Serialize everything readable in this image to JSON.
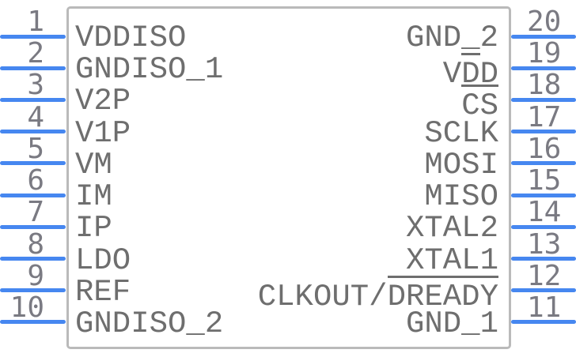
{
  "diagram": {
    "type": "ic-pinout",
    "pin_count": 20,
    "colors": {
      "pin_line": "#4687f0",
      "label_text": "#6e6e6e",
      "number_text": "#7a7a82",
      "body_border": "#bababa",
      "background": "#ffffff"
    },
    "left_pins": [
      {
        "number": "1",
        "label": "VDDISO",
        "parts": [
          {
            "text": "VDDISO"
          }
        ]
      },
      {
        "number": "2",
        "label": "GNDISO_1",
        "parts": [
          {
            "text": "GNDISO_1"
          }
        ]
      },
      {
        "number": "3",
        "label": "V2P",
        "parts": [
          {
            "text": "V2P"
          }
        ]
      },
      {
        "number": "4",
        "label": "V1P",
        "parts": [
          {
            "text": "V1P"
          }
        ]
      },
      {
        "number": "5",
        "label": "VM",
        "parts": [
          {
            "text": "VM"
          }
        ]
      },
      {
        "number": "6",
        "label": "IM",
        "parts": [
          {
            "text": "IM"
          }
        ]
      },
      {
        "number": "7",
        "label": "IP",
        "parts": [
          {
            "text": "IP"
          }
        ]
      },
      {
        "number": "8",
        "label": "LDO",
        "parts": [
          {
            "text": "LDO"
          }
        ]
      },
      {
        "number": "9",
        "label": "REF",
        "parts": [
          {
            "text": "REF"
          }
        ]
      },
      {
        "number": "10",
        "label": "GNDISO_2",
        "parts": [
          {
            "text": "GNDISO_2"
          }
        ]
      }
    ],
    "right_pins": [
      {
        "number": "20",
        "label": "GND_2",
        "parts": [
          {
            "text": "GND_2"
          }
        ]
      },
      {
        "number": "19",
        "label": "VDD",
        "parts": [
          {
            "text": "V"
          },
          {
            "text": "D",
            "overline": true
          },
          {
            "text": "D"
          }
        ]
      },
      {
        "number": "18",
        "label": "CS",
        "parts": [
          {
            "text": "CS",
            "overline": true
          }
        ]
      },
      {
        "number": "17",
        "label": "SCLK",
        "parts": [
          {
            "text": "SCLK"
          }
        ]
      },
      {
        "number": "16",
        "label": "MOSI",
        "parts": [
          {
            "text": "MOSI"
          }
        ]
      },
      {
        "number": "15",
        "label": "MISO",
        "parts": [
          {
            "text": "MISO"
          }
        ]
      },
      {
        "number": "14",
        "label": "XTAL2",
        "parts": [
          {
            "text": "XTAL2"
          }
        ]
      },
      {
        "number": "13",
        "label": "XTAL1",
        "parts": [
          {
            "text": "XTAL1"
          }
        ]
      },
      {
        "number": "12",
        "label": "CLKOUT/DREADY",
        "parts": [
          {
            "text": "CLKOUT/"
          },
          {
            "text": "DREADY",
            "overline": true
          }
        ]
      },
      {
        "number": "11",
        "label": "GND_1",
        "parts": [
          {
            "text": "GND_1"
          }
        ]
      }
    ]
  }
}
